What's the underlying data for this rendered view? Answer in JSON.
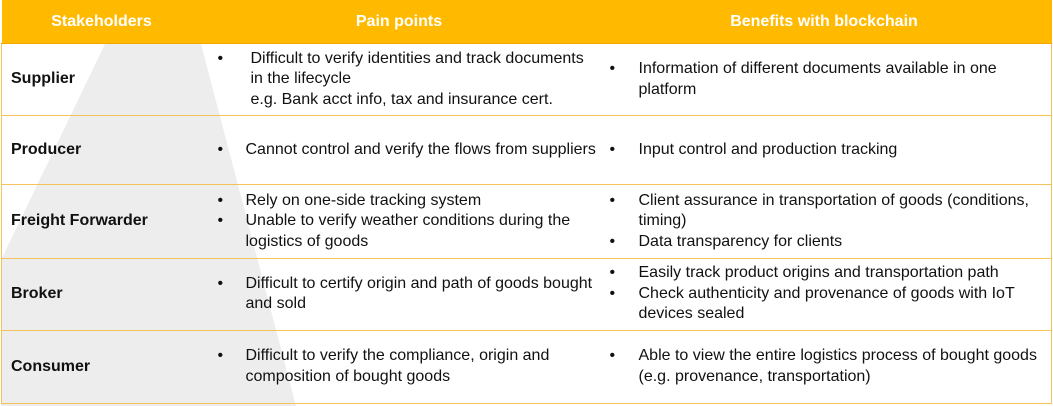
{
  "headers": {
    "stakeholders": "Stakeholders",
    "pain_points": "Pain points",
    "benefits": "Benefits with blockchain"
  },
  "rows": [
    {
      "stakeholder": "Supplier",
      "pain_points": [
        "Difficult to verify identities and track documents in the lifecycle",
        "e.g. Bank acct info, tax and insurance cert."
      ],
      "benefits": [
        "Information of different documents available in one platform"
      ]
    },
    {
      "stakeholder": "Producer",
      "pain_points": [
        "Cannot control and verify the flows from suppliers"
      ],
      "benefits": [
        "Input control and production tracking"
      ]
    },
    {
      "stakeholder": "Freight Forwarder",
      "pain_points": [
        "Rely on one-side tracking system",
        "Unable to verify weather conditions during the logistics of goods"
      ],
      "benefits": [
        "Client assurance in transportation of goods (conditions, timing)",
        "Data transparency for clients"
      ]
    },
    {
      "stakeholder": "Broker",
      "pain_points": [
        "Difficult to certify origin and path of goods bought and sold"
      ],
      "benefits": [
        "Easily track product origins and transportation path",
        "Check authenticity and provenance of goods with IoT devices sealed"
      ]
    },
    {
      "stakeholder": "Consumer",
      "pain_points": [
        "Difficult to verify the compliance, origin and composition of bought goods"
      ],
      "benefits": [
        "Able to view the entire logistics process of bought goods (e.g. provenance, transportation)"
      ]
    }
  ],
  "colors": {
    "header_bg": "#ffba00",
    "header_text": "#ffffff",
    "row_border": "#f3c35a",
    "wedge": "#ededed"
  }
}
